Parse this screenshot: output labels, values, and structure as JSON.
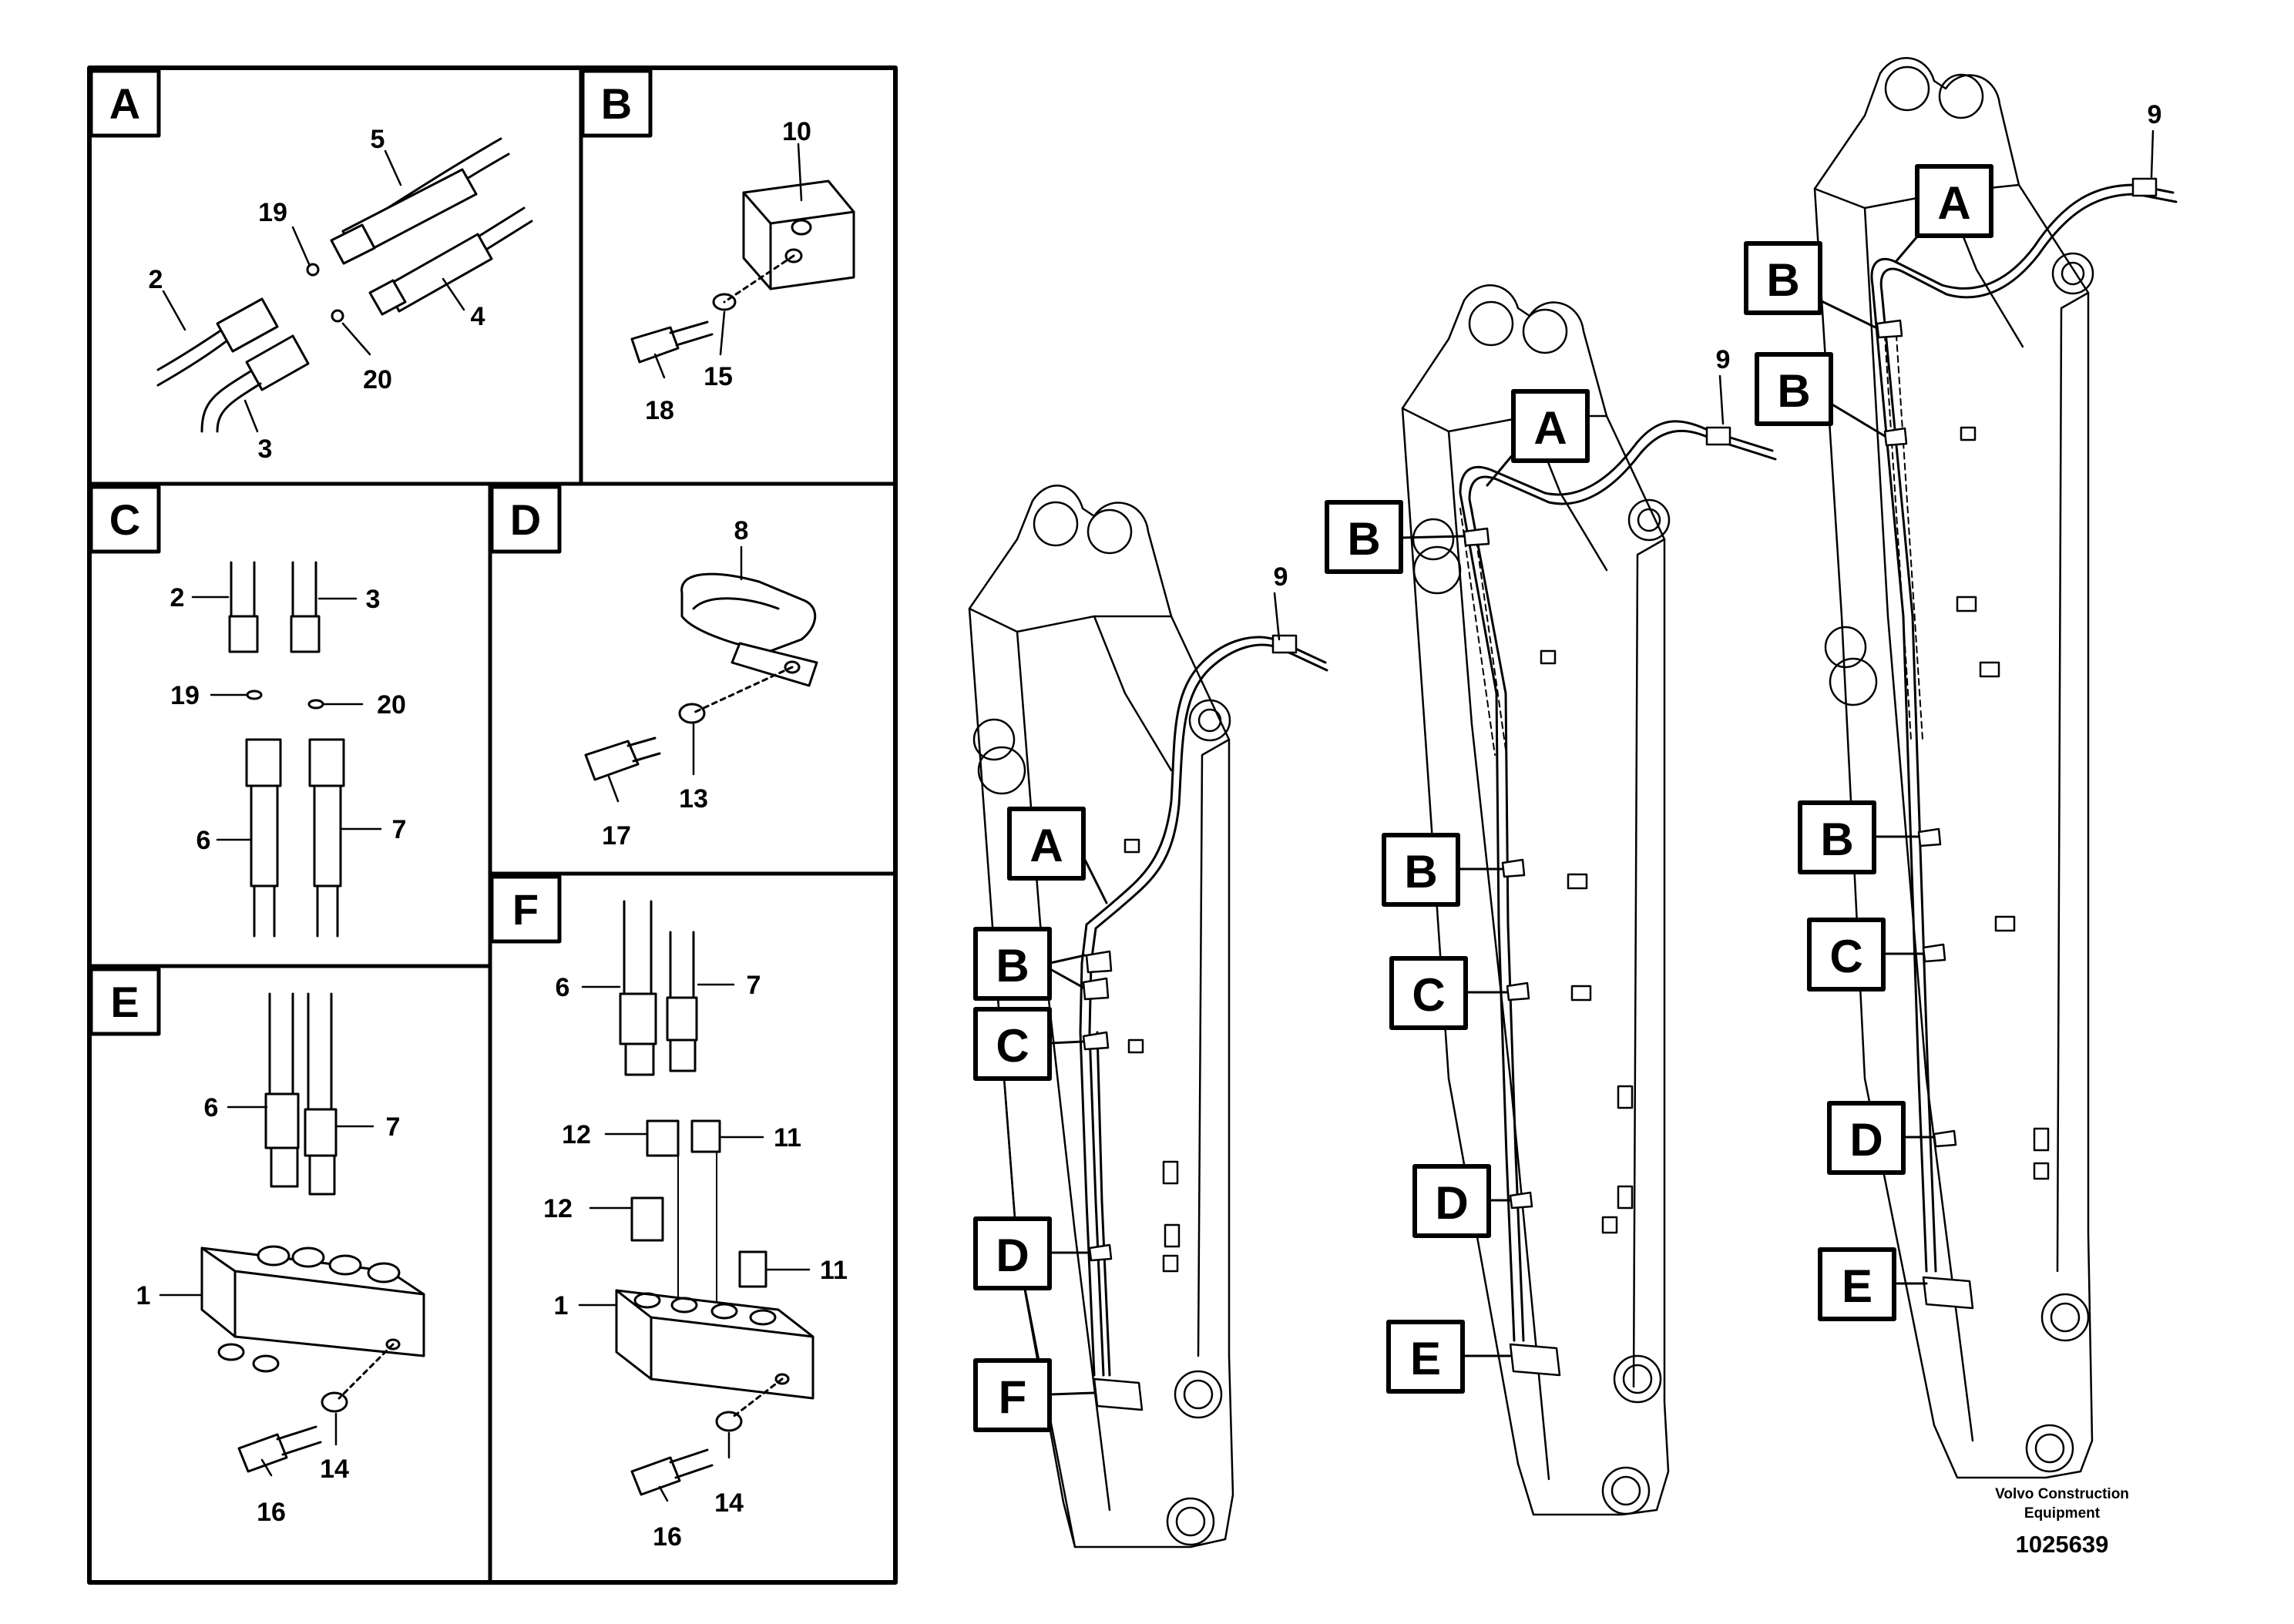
{
  "panels": [
    {
      "id": "A",
      "label": "A",
      "parts": [
        "5",
        "19",
        "2",
        "4",
        "20",
        "3"
      ]
    },
    {
      "id": "B",
      "label": "B",
      "parts": [
        "10",
        "15",
        "18"
      ]
    },
    {
      "id": "C",
      "label": "C",
      "parts": [
        "2",
        "3",
        "19",
        "20",
        "6",
        "7"
      ]
    },
    {
      "id": "D",
      "label": "D",
      "parts": [
        "8",
        "13",
        "17"
      ]
    },
    {
      "id": "E",
      "label": "E",
      "parts": [
        "6",
        "7",
        "1",
        "14",
        "16"
      ]
    },
    {
      "id": "F",
      "label": "F",
      "parts": [
        "6",
        "7",
        "12",
        "11",
        "12",
        "11",
        "1",
        "14",
        "16"
      ]
    }
  ],
  "booms": [
    {
      "id": "boom1",
      "hose_end_part": "9",
      "tags": [
        "A",
        "B",
        "C",
        "D",
        "F"
      ]
    },
    {
      "id": "boom2",
      "hose_end_part": "9",
      "tags": [
        "A",
        "B",
        "B",
        "C",
        "D",
        "E"
      ]
    },
    {
      "id": "boom3",
      "hose_end_part": "9",
      "tags": [
        "A",
        "B",
        "B",
        "B",
        "C",
        "D",
        "E"
      ]
    }
  ],
  "footer": {
    "company_line1": "Volvo Construction",
    "company_line2": "Equipment",
    "drawing_number": "1025639"
  }
}
